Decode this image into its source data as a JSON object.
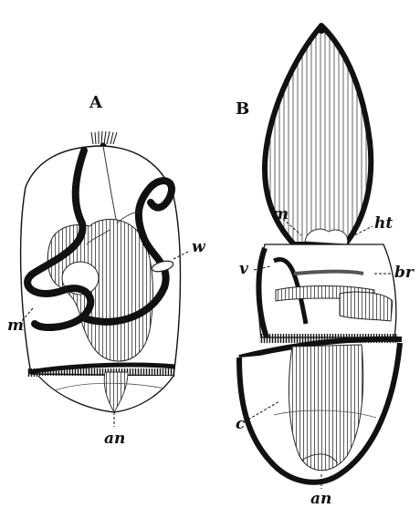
{
  "figure": {
    "panel_a": {
      "title": "A",
      "labels": {
        "w": "w",
        "m": "m",
        "an": "an"
      }
    },
    "panel_b": {
      "title": "B",
      "labels": {
        "m": "m",
        "ht": "ht",
        "v": "v",
        "br": "br",
        "c": "c",
        "an": "an"
      }
    }
  },
  "colors": {
    "ink": "#111111",
    "shade": "#6b6b6b",
    "paper": "#ffffff"
  }
}
